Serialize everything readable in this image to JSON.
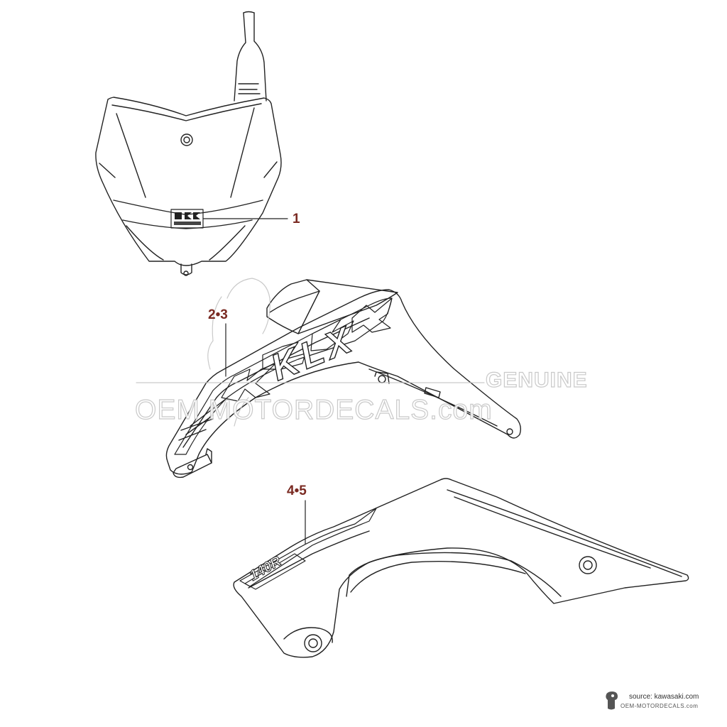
{
  "callouts": {
    "part_1": "1",
    "part_2_3": "2•3",
    "part_4_5": "4•5"
  },
  "parts": {
    "number_plate_logo": "Kawasaki",
    "shroud_decal_text": "KLX",
    "side_cover_decal_text": "140R"
  },
  "watermark": {
    "genuine": "GENUINE",
    "site": "OEM MOTORDECALS.com"
  },
  "source": {
    "label": "source: kawasaki.com",
    "site": "OEM-MOTORDECALS.com"
  },
  "colors": {
    "line": "#222222",
    "callout": "#7a2a22",
    "watermark": "#c4c4c4"
  }
}
